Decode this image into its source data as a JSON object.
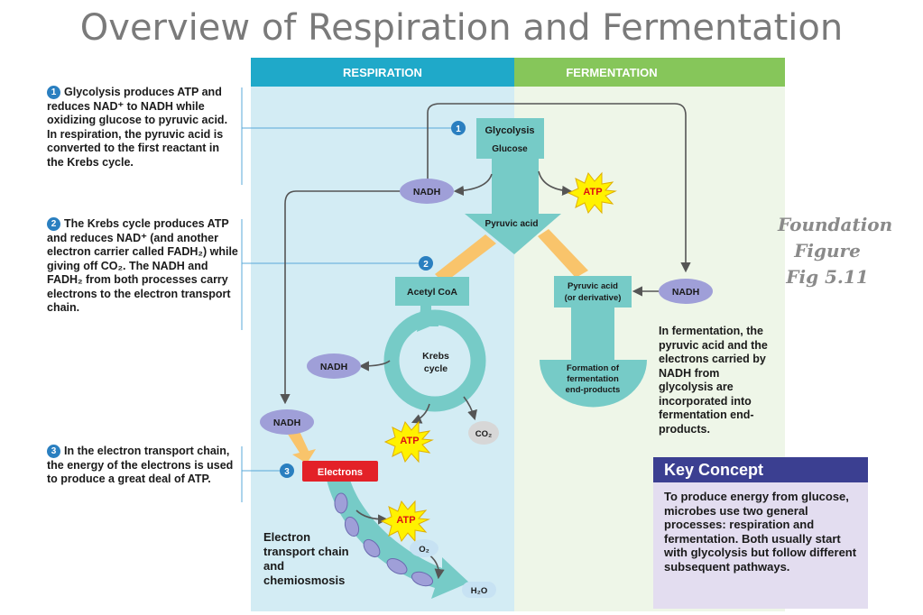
{
  "title": "Overview of Respiration and Fermentation",
  "columns": {
    "respiration": "RESPIRATION",
    "fermentation": "FERMENTATION"
  },
  "steps": [
    {
      "number": "1",
      "text": "Glycolysis produces ATP and reduces NAD⁺ to NADH while oxidizing glucose to pyruvic acid. In respiration, the pyruvic acid is converted to the first reactant in the Krebs cycle."
    },
    {
      "number": "2",
      "text": "The Krebs cycle produces ATP and reduces NAD⁺ (and another electron carrier called FADH₂) while giving off CO₂. The NADH and FADH₂ from both processes carry electrons to the electron transport chain."
    },
    {
      "number": "3",
      "text": "In the electron transport chain, the energy of the electrons is used to produce a great deal of ATP."
    }
  ],
  "nodes": {
    "glycolysis": "Glycolysis",
    "glucose": "Glucose",
    "pyruvic_acid": "Pyruvic acid",
    "acetyl_coa": "Acetyl CoA",
    "krebs_line1": "Krebs",
    "krebs_line2": "cycle",
    "pyruvic_derivative_line1": "Pyruvic acid",
    "pyruvic_derivative_line2": "(or derivative)",
    "formation_line1": "Formation of",
    "formation_line2": "fermentation",
    "formation_line3": "end-products",
    "electrons": "Electrons",
    "nadh": "NADH",
    "atp": "ATP",
    "co2": "CO₂",
    "o2": "O₂",
    "h2o": "H₂O"
  },
  "etc_label": "Electron transport chain and chemiosmosis",
  "fermentation_text": "In fermentation, the pyruvic acid and the electrons carried by NADH from glycolysis are incorporated into fermentation end-products.",
  "foundation": {
    "line1": "Foundation",
    "line2": "Figure",
    "line3": "Fig 5.11"
  },
  "key_concept": {
    "heading": "Key Concept",
    "text": "To produce energy from glucose, microbes use two general processes: respiration and fermentation. Both usually start with glycolysis but follow different subsequent pathways."
  },
  "colors": {
    "respiration_header": "#1fa9c9",
    "fermentation_header": "#86c65a",
    "respiration_bg": "#d3ecf4",
    "fermentation_bg": "#eef6e8",
    "teal": "#76cbc7",
    "nadh": "#9f9fd8",
    "atp": "#fff200",
    "electrons": "#e32128",
    "step_number": "#2a7fc0"
  }
}
